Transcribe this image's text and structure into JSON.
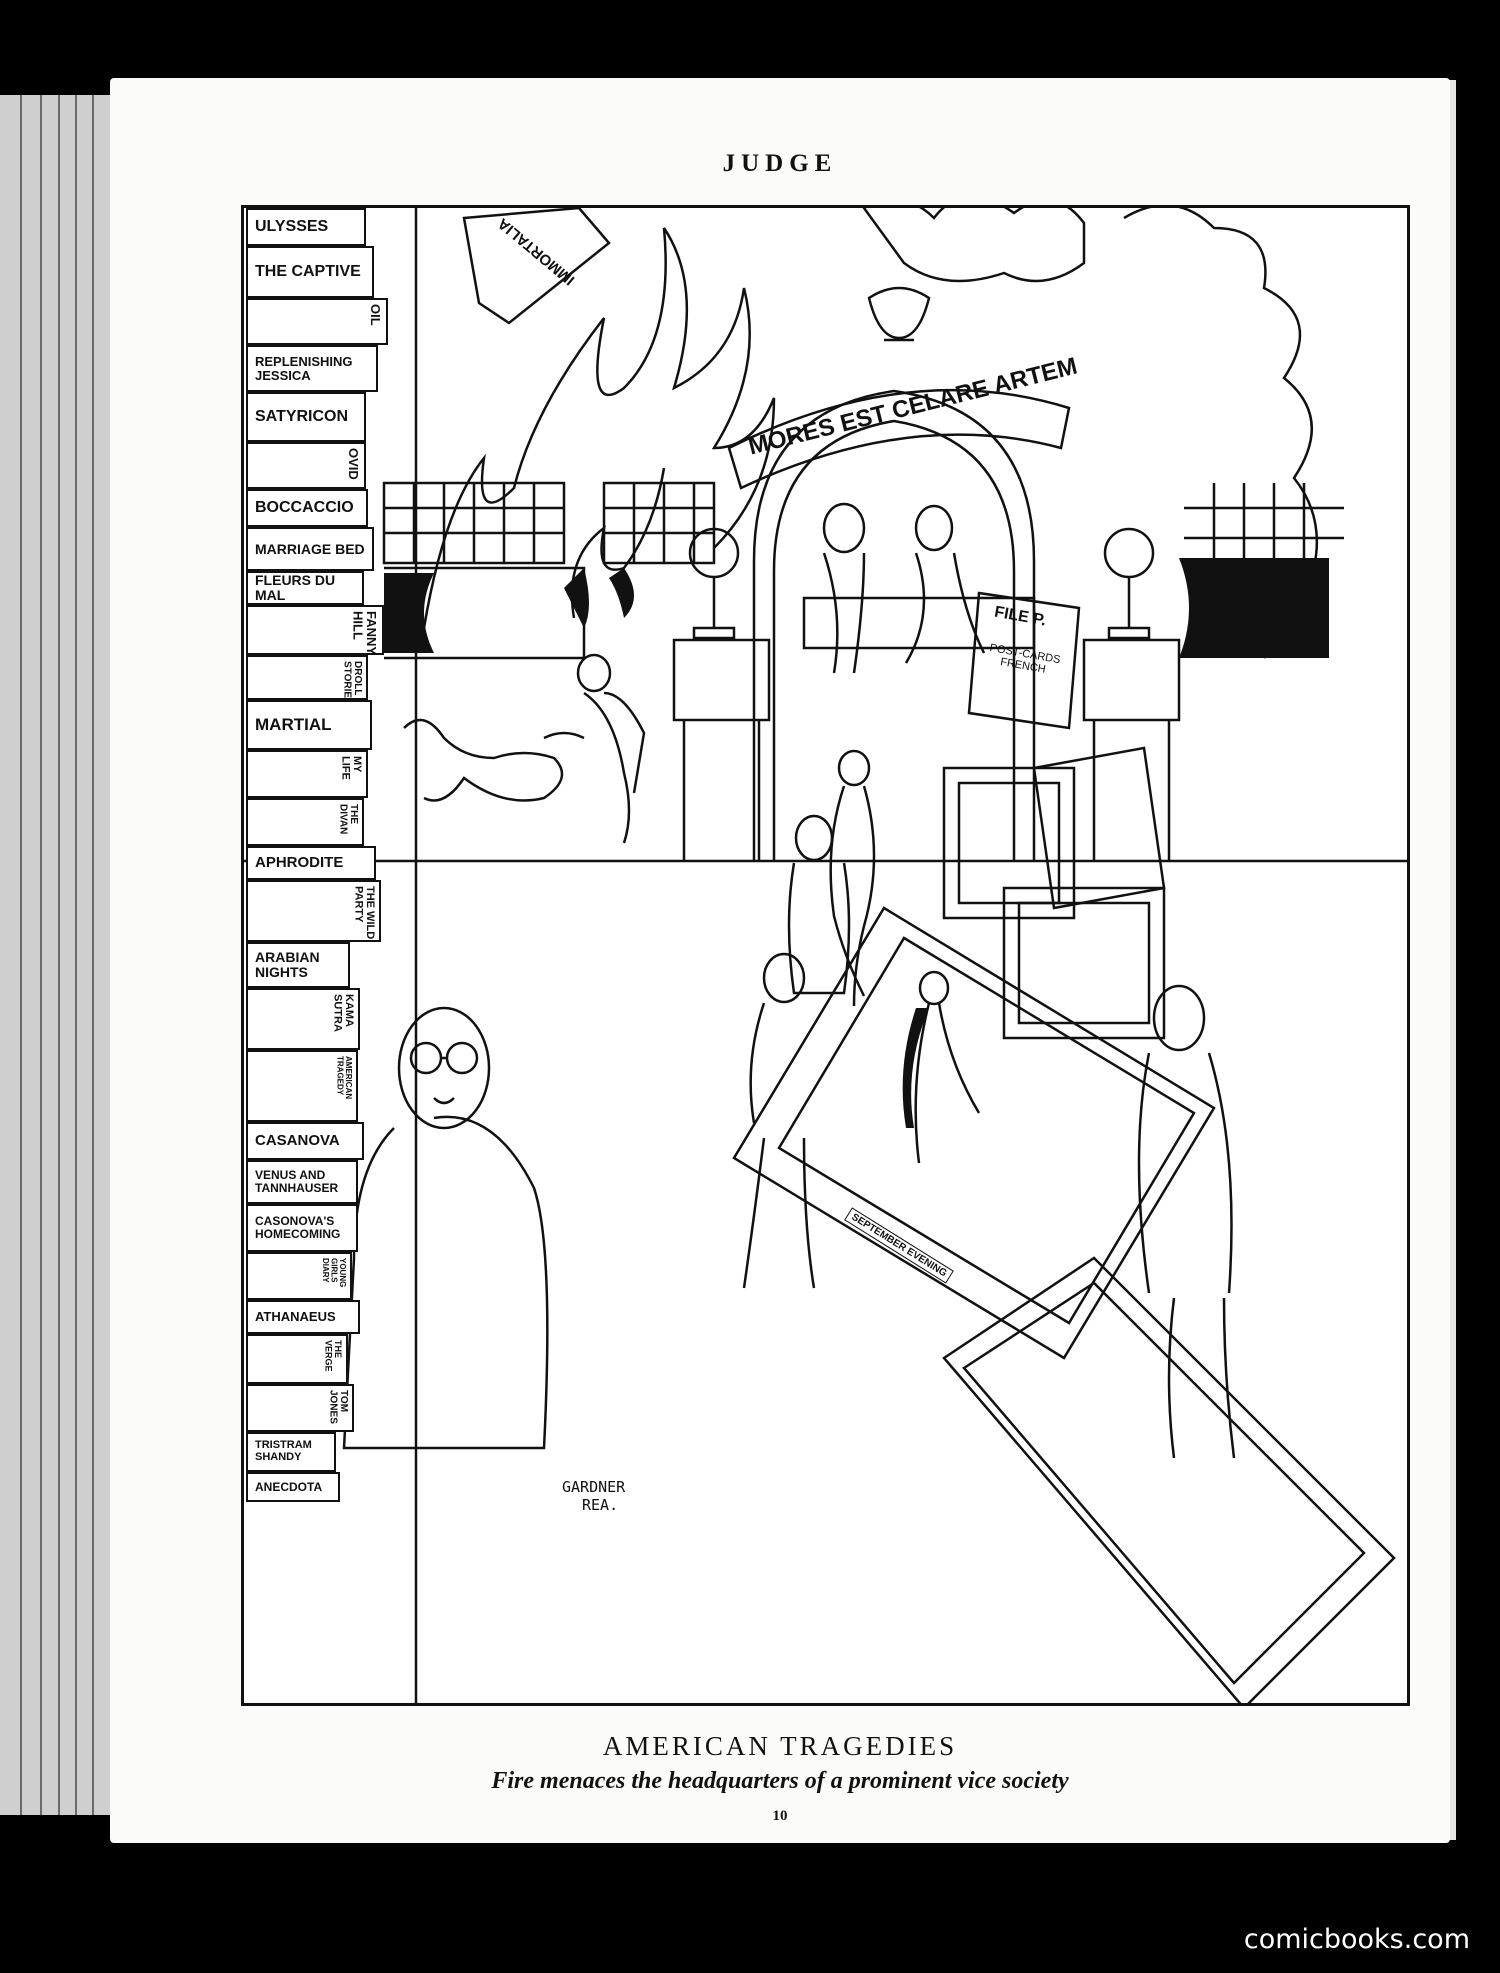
{
  "header": {
    "title": "JUDGE"
  },
  "books": [
    "ULYSSES",
    "THE CAPTIVE",
    "OIL",
    "REPLENISHING JESSICA",
    "SATYRICON",
    "OVID",
    "BOCCACCIO",
    "MARRIAGE BED",
    "FLEURS DU MAL",
    "FANNY HILL",
    "DROLL STORIES",
    "MARTIAL",
    "MY LIFE",
    "THE DIVAN",
    "APHRODITE",
    "THE WILD PARTY",
    "ARABIAN NIGHTS",
    "KAMA SUTRA",
    "AMERICAN TRAGEDY",
    "CASANOVA",
    "VENUS AND TANNHAUSER",
    "CASONOVA'S HOMECOMING",
    "YOUNG GIRLS DIARY",
    "ATHANAEUS",
    "THE VERGE",
    "TOM JONES",
    "TRISTRAM SHANDY",
    "ANECDOTA"
  ],
  "art_labels": {
    "fallen_book": "IMMORTALIA",
    "banner": "MORES EST CELARE ARTEM",
    "file_box_title": "FILE P.",
    "file_box_sub": "POST-CARDS FRENCH",
    "painting_plate": "SEPTEMBER EVENING"
  },
  "signature": {
    "line1": "GARDNER",
    "line2": "REA."
  },
  "caption": {
    "title": "AMERICAN TRAGEDIES",
    "subtitle": "Fire menaces the headquarters of a prominent vice society"
  },
  "page_number": "10",
  "watermark": "comicbooks.com"
}
